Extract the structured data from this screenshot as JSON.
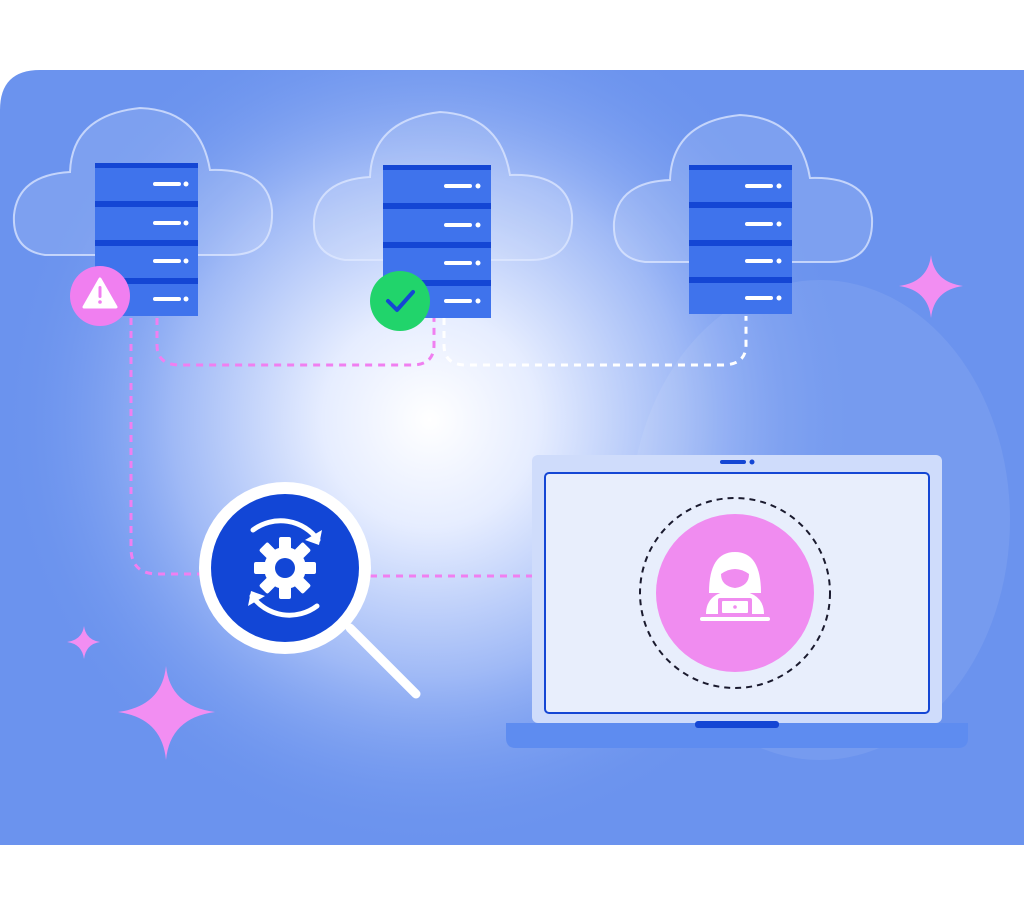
{
  "colors": {
    "page_background": "#ffffff",
    "panel_blue": "#6b93ee",
    "glow_white": "#ffffff",
    "cloud_outline": "#dfe8ff",
    "server_blue": "#3f73ec",
    "server_dark": "#1446d4",
    "server_led": "#ffffff",
    "alert_pink": "#f07ff0",
    "ok_green": "#21d46b",
    "link_pink": "#f07ff0",
    "link_white": "#ffffff",
    "magnifier_ring": "#ffffff",
    "magnifier_core": "#1246d6",
    "laptop_body": "#cfdcfb",
    "laptop_screen": "#e8eefc",
    "laptop_base": "#5e8cf0",
    "hacker_circle": "#f08cf0",
    "sparkle_pink": "#f28ef2"
  },
  "icons": {
    "alert_badge": "warning-triangle-icon",
    "ok_badge": "checkmark-icon",
    "magnifier": "magnifying-glass-icon",
    "process": "gear-refresh-icon",
    "threat": "hacker-icon",
    "sparkles": "sparkle-icon"
  },
  "servers": [
    {
      "id": "server-left",
      "status": "warning"
    },
    {
      "id": "server-middle",
      "status": "ok"
    },
    {
      "id": "server-right",
      "status": "none"
    }
  ]
}
